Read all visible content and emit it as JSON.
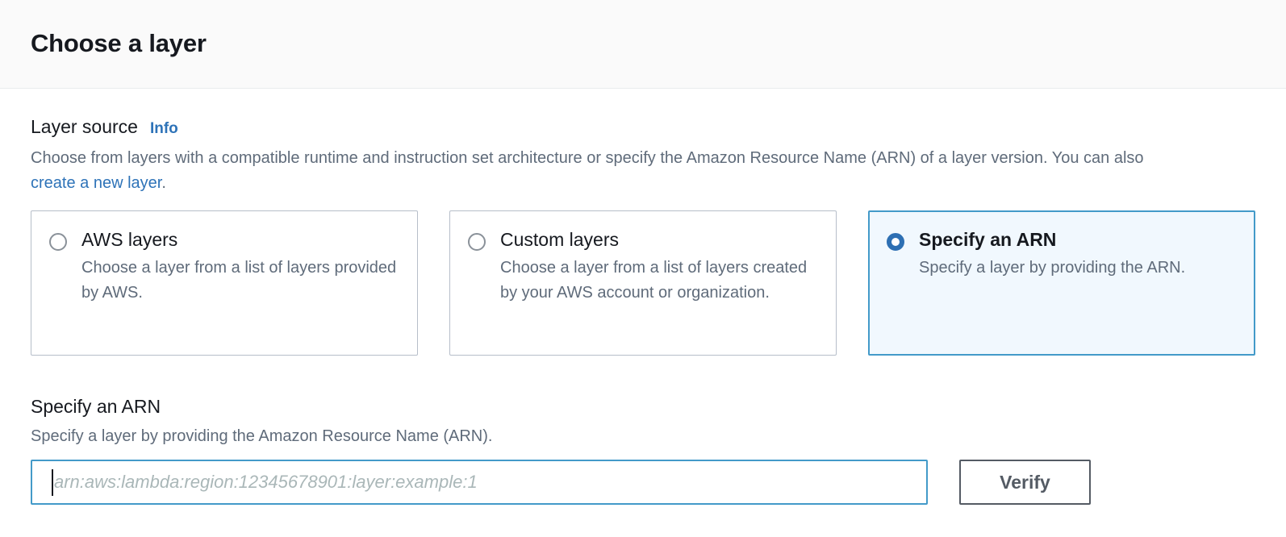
{
  "header": {
    "title": "Choose a layer"
  },
  "layer_source": {
    "label": "Layer source",
    "info_label": "Info",
    "description_before": "Choose from layers with a compatible runtime and instruction set architecture or specify the Amazon Resource Name (ARN) of a layer version. You can also ",
    "description_link": "create a new layer",
    "description_after": ".",
    "options": [
      {
        "title": "AWS layers",
        "description": "Choose a layer from a list of layers provided by AWS.",
        "selected": false
      },
      {
        "title": "Custom layers",
        "description": "Choose a layer from a list of layers created by your AWS account or organization.",
        "selected": false
      },
      {
        "title": "Specify an ARN",
        "description": "Specify a layer by providing the ARN.",
        "selected": true
      }
    ]
  },
  "arn_section": {
    "heading": "Specify an ARN",
    "subtext": "Specify a layer by providing the Amazon Resource Name (ARN).",
    "input_placeholder": "arn:aws:lambda:region:12345678901:layer:example:1",
    "input_value": "",
    "verify_label": "Verify"
  },
  "colors": {
    "accent_blue": "#2e73b8",
    "selected_border": "#439ac9",
    "selected_fill": "#f1f8fe",
    "radio_selected": "#2d6fb3",
    "radio_unselected": "#8a9199",
    "text_primary": "#16191f",
    "text_secondary": "#5f6b7a",
    "button_border": "#545b64",
    "header_bg": "#fafafa",
    "card_border": "#b6bec9"
  }
}
